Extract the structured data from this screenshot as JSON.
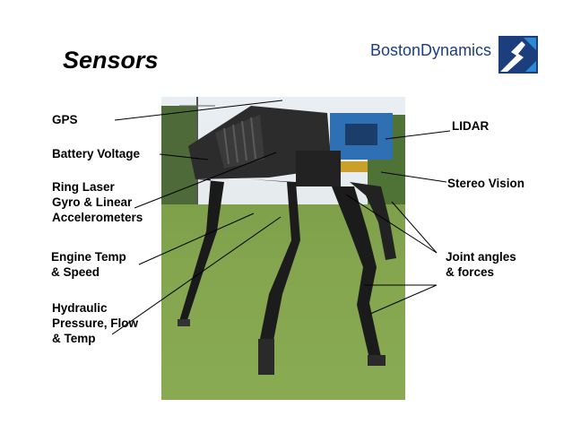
{
  "slide": {
    "title": "Sensors"
  },
  "logo": {
    "text_part1": "Boston",
    "text_part2": "Dynamics",
    "color": "#1d3e7d",
    "accent": "#2a8ad6"
  },
  "labels": {
    "gps": "GPS",
    "battery": "Battery Voltage",
    "gyro": "Ring Laser\nGyro & Linear\nAccelerometers",
    "engine": "Engine Temp\n& Speed",
    "hydraulic": "Hydraulic\nPressure, Flow\n& Temp",
    "lidar": "LIDAR",
    "stereo": "Stereo Vision",
    "joint": "Joint angles\n& forces"
  },
  "photo": {
    "subject": "quadruped robot in grass field"
  }
}
